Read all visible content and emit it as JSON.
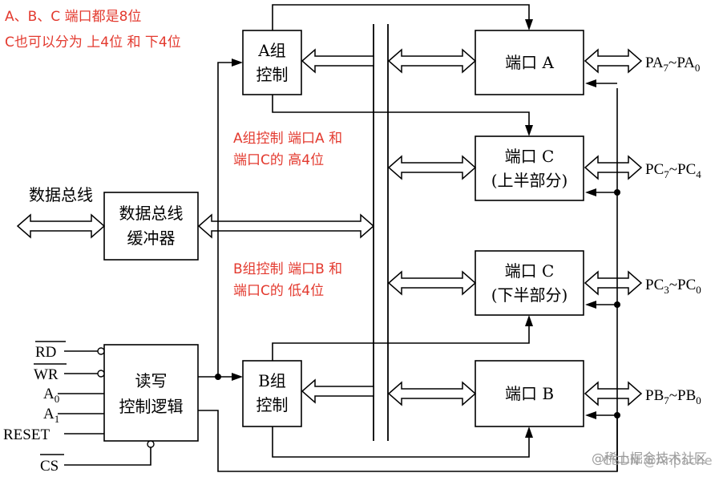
{
  "notes": {
    "line1": "A、B、C 端口都是8位",
    "line2": "C也可以分为 上4位 和 下4位",
    "group_a_1": "A组控制 端口A 和",
    "group_a_2": "端口C的 高4位",
    "group_b_1": "B组控制 端口B 和",
    "group_b_2": "端口C的 低4位"
  },
  "blocks": {
    "group_a": {
      "line1": "A组",
      "line2": "控制"
    },
    "group_b": {
      "line1": "B组",
      "line2": "控制"
    },
    "buffer": {
      "line1": "数据总线",
      "line2": "缓冲器"
    },
    "rw_logic": {
      "line1": "读写",
      "line2": "控制逻辑"
    },
    "port_a": "端口 A",
    "port_c_upper": {
      "line1": "端口 C",
      "line2": "(上半部分)"
    },
    "port_c_lower": {
      "line1": "端口 C",
      "line2": "(下半部分)"
    },
    "port_b": "端口 B"
  },
  "data_bus_label": "数据总线",
  "pins": {
    "pa": {
      "name": "PA",
      "sub_hi": "7",
      "sep": "~PA",
      "sub_lo": "0"
    },
    "pc_hi": {
      "name": "PC",
      "sub_hi": "7",
      "sep": "~PC",
      "sub_lo": "4"
    },
    "pc_lo": {
      "name": "PC",
      "sub_hi": "3",
      "sep": "~PC",
      "sub_lo": "0"
    },
    "pb": {
      "name": "PB",
      "sub_hi": "7",
      "sep": "~PB",
      "sub_lo": "0"
    }
  },
  "control_signals": {
    "rd": "RD",
    "wr": "WR",
    "a0_name": "A",
    "a0_sub": "0",
    "a1_name": "A",
    "a1_sub": "1",
    "reset": "RESET",
    "cs": "CS"
  },
  "watermark": "CSDN @Anpache",
  "watermark_overlay": "@稀土掘金技术社区"
}
